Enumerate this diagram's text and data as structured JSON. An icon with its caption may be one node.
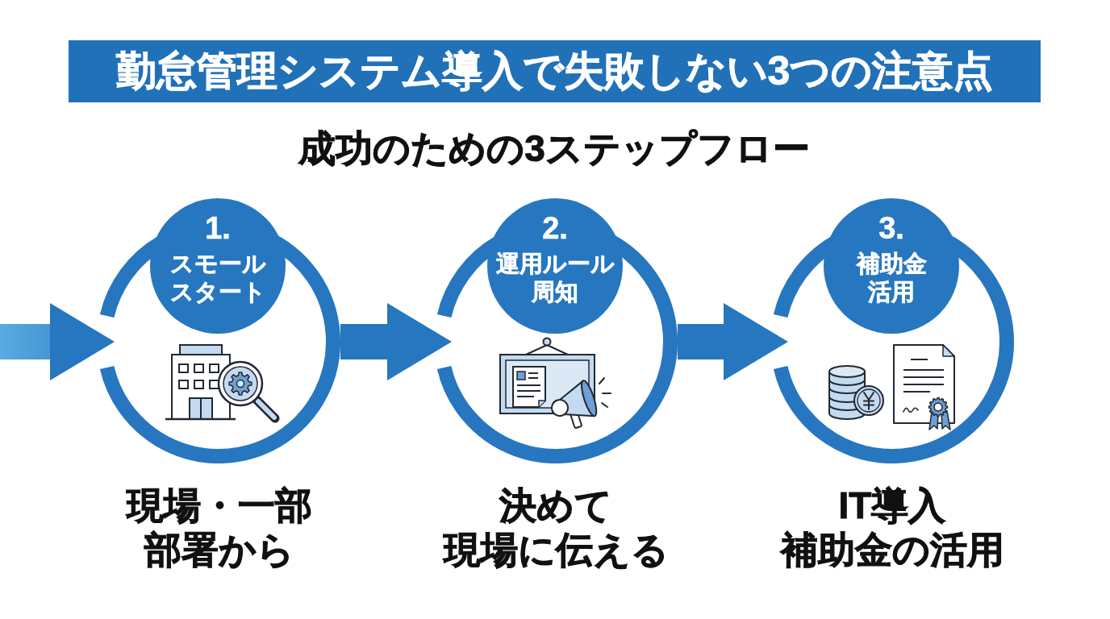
{
  "diagram": {
    "title": "勤怠管理システム導入で失敗しない3つの注意点",
    "nodes": [
      {
        "text": [],
        "shape": "circle",
        "beside": [
          "現場・一部部署から"
        ]
      },
      {
        "text": [
          "1.",
          "スモールスタート"
        ]
      },
      {
        "text": [],
        "shape": "circle",
        "beside": [
          "決めて現場に伝える"
        ]
      },
      {
        "text": [
          "2.",
          "運用ルール周知"
        ]
      },
      {
        "text": [],
        "shape": "circle",
        "beside": [
          "IT導入補助金の活用"
        ]
      },
      {
        "text": [
          "3.",
          "補助金活用"
        ]
      }
    ],
    "edges": [
      {
        "from": null,
        "to": 0,
        "arrow": "to"
      },
      {
        "from": 0,
        "to": 2,
        "arrow": "to"
      },
      {
        "from": 2,
        "to": 4,
        "arrow": "to"
      }
    ],
    "labels": [
      "成功のための3ステップフロー"
    ]
  }
}
